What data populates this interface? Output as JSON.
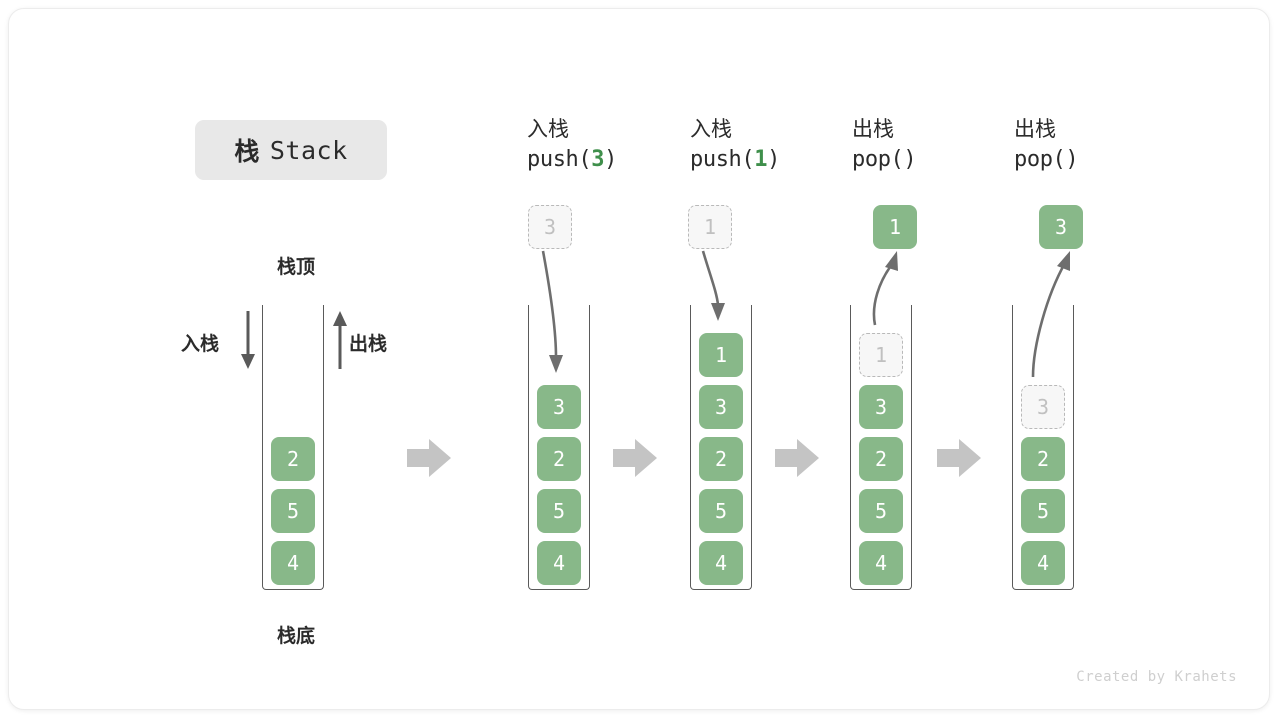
{
  "card": {
    "title_cn": "栈",
    "title_en": "Stack",
    "footer": "Created by Krahets"
  },
  "colors": {
    "cell_fill": "#88b889",
    "cell_text": "#ffffff",
    "ghost_fill": "#f7f7f7",
    "ghost_border": "#b9b9b9",
    "ghost_text": "#c0c0c0",
    "container_stroke": "#5a5a5a",
    "flow_arrow": "#c4c4c4",
    "curve_arrow": "#6e6e6e",
    "accent_green": "#3f8f4b",
    "chip_bg": "#e8e8e8",
    "text": "#2b2b2b",
    "footer_text": "#cfcfcf"
  },
  "base_stack": {
    "top_label": "栈顶",
    "bottom_label": "栈底",
    "push_label": "入栈",
    "pop_label": "出栈",
    "cells": [
      "2",
      "5",
      "4"
    ]
  },
  "steps": [
    {
      "id": "push-3",
      "header_cn": "入栈",
      "header_code_prefix": "push(",
      "header_code_arg": "3",
      "header_code_suffix": ")",
      "float_value": "3",
      "float_kind": "ghost",
      "arrow_direction": "down",
      "cells": [
        {
          "value": "3",
          "kind": "filled"
        },
        {
          "value": "2",
          "kind": "filled"
        },
        {
          "value": "5",
          "kind": "filled"
        },
        {
          "value": "4",
          "kind": "filled"
        }
      ]
    },
    {
      "id": "push-1",
      "header_cn": "入栈",
      "header_code_prefix": "push(",
      "header_code_arg": "1",
      "header_code_suffix": ")",
      "float_value": "1",
      "float_kind": "ghost",
      "arrow_direction": "down",
      "cells": [
        {
          "value": "1",
          "kind": "filled"
        },
        {
          "value": "3",
          "kind": "filled"
        },
        {
          "value": "2",
          "kind": "filled"
        },
        {
          "value": "5",
          "kind": "filled"
        },
        {
          "value": "4",
          "kind": "filled"
        }
      ]
    },
    {
      "id": "pop-1",
      "header_cn": "出栈",
      "header_code_prefix": "pop(",
      "header_code_arg": "",
      "header_code_suffix": ")",
      "float_value": "1",
      "float_kind": "filled",
      "arrow_direction": "up",
      "cells": [
        {
          "value": "1",
          "kind": "ghost"
        },
        {
          "value": "3",
          "kind": "filled"
        },
        {
          "value": "2",
          "kind": "filled"
        },
        {
          "value": "5",
          "kind": "filled"
        },
        {
          "value": "4",
          "kind": "filled"
        }
      ]
    },
    {
      "id": "pop-3",
      "header_cn": "出栈",
      "header_code_prefix": "pop(",
      "header_code_arg": "",
      "header_code_suffix": ")",
      "float_value": "3",
      "float_kind": "filled",
      "arrow_direction": "up",
      "cells": [
        {
          "value": "3",
          "kind": "ghost"
        },
        {
          "value": "2",
          "kind": "filled"
        },
        {
          "value": "5",
          "kind": "filled"
        },
        {
          "value": "4",
          "kind": "filled"
        }
      ]
    }
  ],
  "flow_arrows": [
    "flow-arrow-1",
    "flow-arrow-2",
    "flow-arrow-3",
    "flow-arrow-4"
  ]
}
